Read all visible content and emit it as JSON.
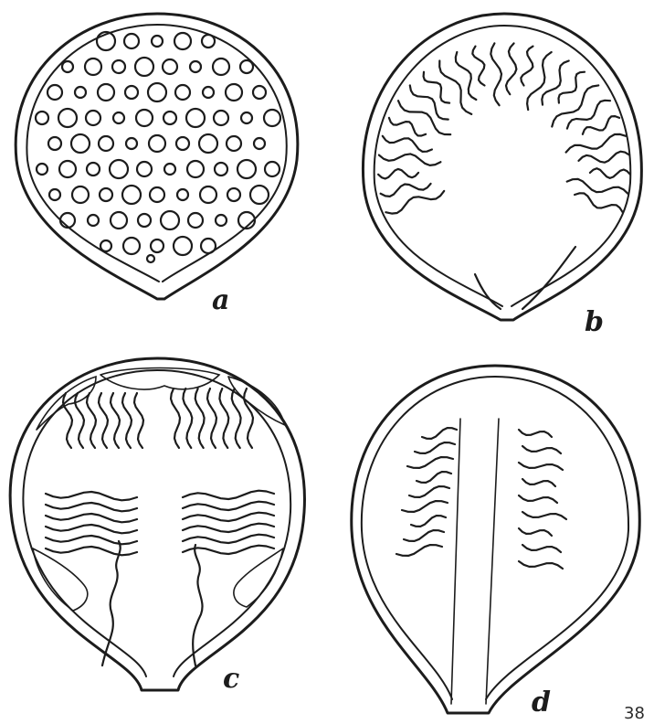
{
  "figures": [
    {
      "id": "a",
      "label": "a",
      "feature": "spherical-cells"
    },
    {
      "id": "b",
      "label": "b",
      "feature": "peripheral-lobed-lamellae"
    },
    {
      "id": "c",
      "label": "c",
      "feature": "four-lobed-lamella-groups"
    },
    {
      "id": "d",
      "label": "d",
      "feature": "two-lamella-groups-with-septum"
    }
  ],
  "page_number": "38",
  "colors": {
    "ink": "#1c1c1c",
    "paper": "#ffffff"
  }
}
